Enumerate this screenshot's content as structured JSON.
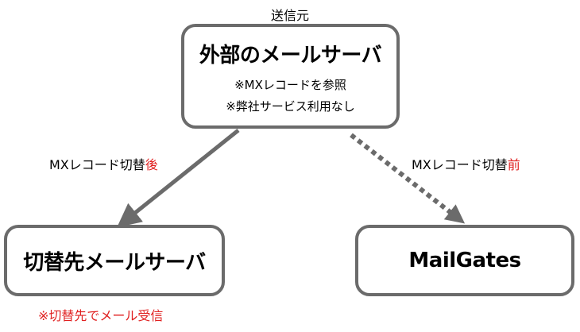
{
  "sender_label": "送信元",
  "external_server": {
    "title": "外部のメールサーバ",
    "notes": [
      "※MXレコードを参照",
      "※弊社サービス利用なし"
    ]
  },
  "after_switch": {
    "prefix": "MXレコード切替",
    "suffix": "後"
  },
  "before_switch": {
    "prefix": "MXレコード切替",
    "suffix": "前"
  },
  "switched_server": {
    "title": "切替先メールサーバ",
    "note": "※切替先でメール受信"
  },
  "mailgates": {
    "title": "MailGates"
  },
  "colors": {
    "border": "#6b6b6b",
    "arrow": "#6b6b6b",
    "accent": "#e02020"
  }
}
